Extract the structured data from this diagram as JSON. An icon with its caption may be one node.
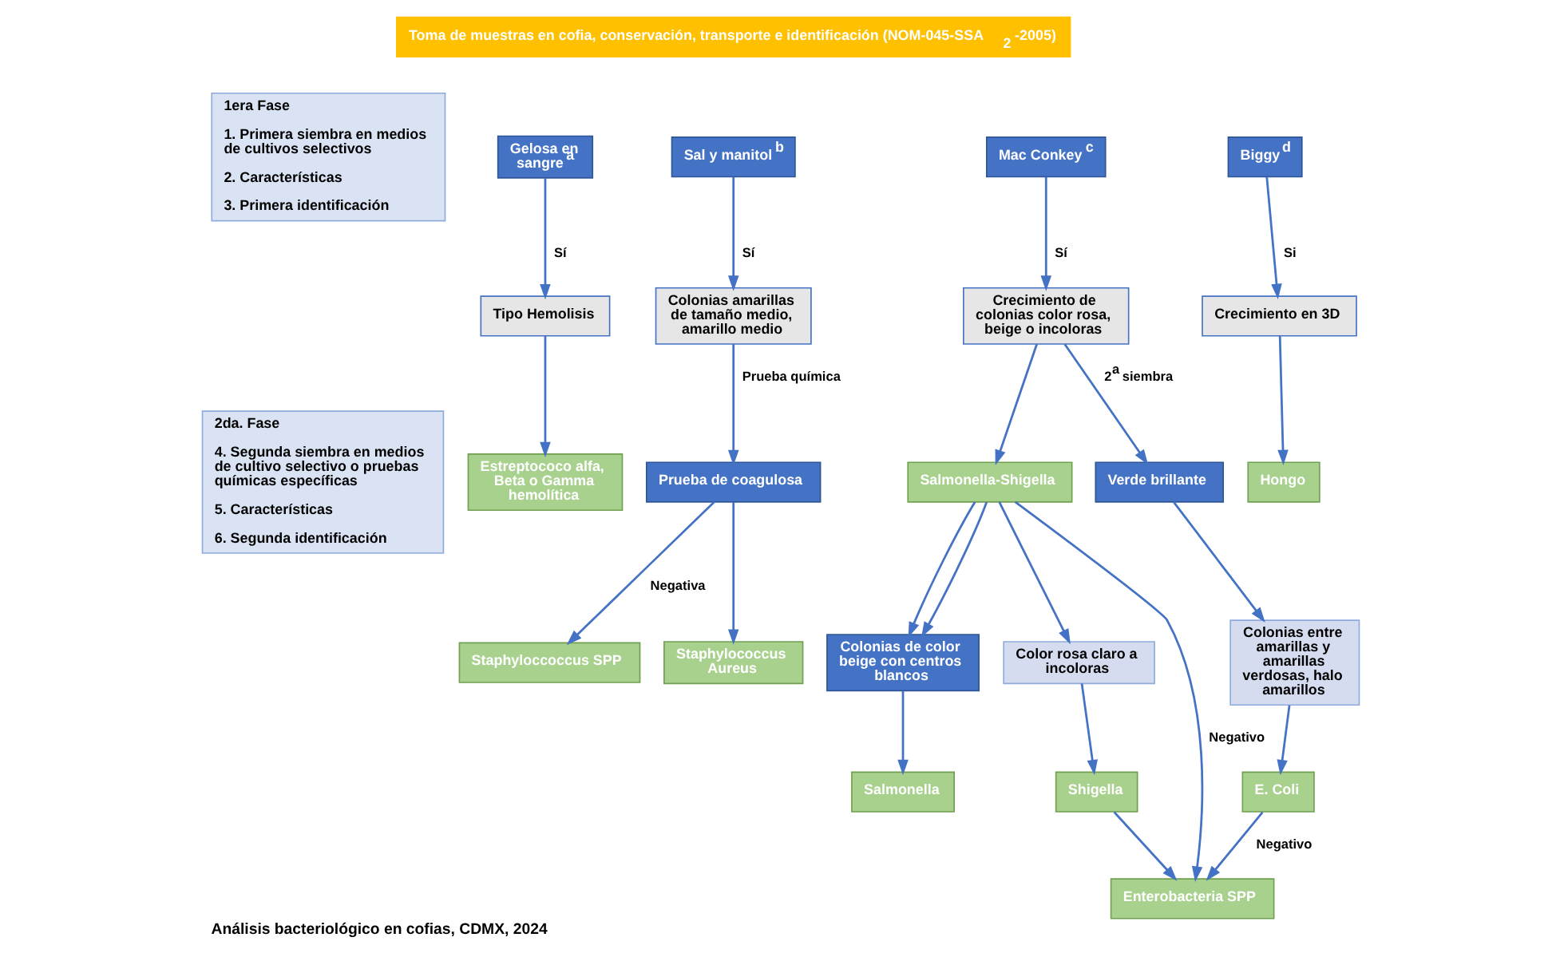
{
  "diagram": {
    "caption": "Análisis bacteriológico en cofias, CDMX, 2024",
    "nodes": [
      {
        "text": [
          "Toma de muestras en cofia, conservación, transporte e identificación (NOM-045-SSA$_{2}$ -2005)"
        ]
      },
      {
        "text": [
          "1era Fase",
          "1. Primera siembra en medios de cultivos selectivos",
          "2. Características",
          "3. Primera identificación"
        ]
      },
      {
        "text": [
          "Gelosa en sangre$^{a}$"
        ]
      },
      {
        "text": [
          "Sal y manitol$^{b}$"
        ]
      },
      {
        "text": [
          "Mac Conkey$^{c}$"
        ]
      },
      {
        "text": [
          "Biggy$^{d}$"
        ]
      },
      {
        "text": [
          "Tipo Hemolisis"
        ]
      },
      {
        "text": [
          "Colonias amarillas de tamaño medio, amarillo medio"
        ]
      },
      {
        "text": [
          "Crecimiento de colonias color rosa, beige o incoloras"
        ]
      },
      {
        "text": [
          "Crecimiento en 3D"
        ]
      },
      {
        "text": [
          "Hongo"
        ]
      },
      {
        "text": [
          "Estreptococo alfa, Beta o Gamma hemolítica"
        ]
      },
      {
        "text": [
          "Salmonella-Shigella"
        ]
      },
      {
        "text": [
          "Prueba de coagulosa"
        ]
      },
      {
        "text": [
          "Verde brillante"
        ]
      },
      {
        "text": [
          "2da. Fase",
          "4. Segunda siembra en medios de cultivo selectivo o pruebas químicas específicas",
          "5. Características",
          "6. Segunda identificación"
        ]
      },
      {
        "text": [
          "Colonias de color beige con centros blancos"
        ]
      },
      {
        "text": [
          "Staphyloccoccus SPP"
        ]
      },
      {
        "text": [
          "Colonias entre amarillas y amarillas verdosas, halo amarillos"
        ]
      },
      {
        "text": [
          "Salmonella"
        ]
      },
      {
        "text": [
          "Staphylococcus Aureus"
        ]
      },
      {
        "text": [
          "Color rosa claro a incoloras"
        ]
      },
      {
        "text": [
          "E. Coli"
        ]
      },
      {
        "text": [
          "Shigella"
        ]
      },
      {
        "text": [
          "Enterobacteria SPP"
        ]
      }
    ],
    "edges": [
      {
        "from": 2,
        "to": 6,
        "arrow": "to",
        "label": "Sí"
      },
      {
        "from": 6,
        "to": 11,
        "arrow": "to"
      },
      {
        "from": 3,
        "to": 7,
        "arrow": "to",
        "label": "Sí"
      },
      {
        "from": 7,
        "to": 13,
        "arrow": "to",
        "label": "Prueba química"
      },
      {
        "from": 4,
        "to": 8,
        "arrow": "to",
        "label": "Sí"
      },
      {
        "from": 5,
        "to": 9,
        "arrow": "to",
        "label": "Si"
      },
      {
        "from": 9,
        "to": 10,
        "arrow": "to"
      },
      {
        "from": 8,
        "to": 14,
        "arrow": "to",
        "label": "2$^{a}$ siembra"
      },
      {
        "from": 8,
        "to": 12,
        "arrow": "to"
      },
      {
        "from": 13,
        "to": 17,
        "arrow": "to",
        "label": "Negativa"
      },
      {
        "from": 13,
        "to": 20,
        "arrow": "to"
      },
      {
        "from": 14,
        "to": 18,
        "arrow": "to"
      },
      {
        "from": 12,
        "to": 16,
        "arrow": "to"
      },
      {
        "from": 12,
        "to": 16,
        "arrow": "to"
      },
      {
        "from": 12,
        "to": 21,
        "arrow": "to"
      },
      {
        "from": 12,
        "to": 24,
        "arrow": "to",
        "label": "Negativo"
      },
      {
        "from": 16,
        "to": 19,
        "arrow": "to"
      },
      {
        "from": 21,
        "to": 23,
        "arrow": "to"
      },
      {
        "from": 18,
        "to": 22,
        "arrow": "to"
      },
      {
        "from": 22,
        "to": 24,
        "arrow": "to",
        "label": "Negativo"
      },
      {
        "from": 23,
        "to": 24,
        "arrow": "to"
      }
    ]
  }
}
